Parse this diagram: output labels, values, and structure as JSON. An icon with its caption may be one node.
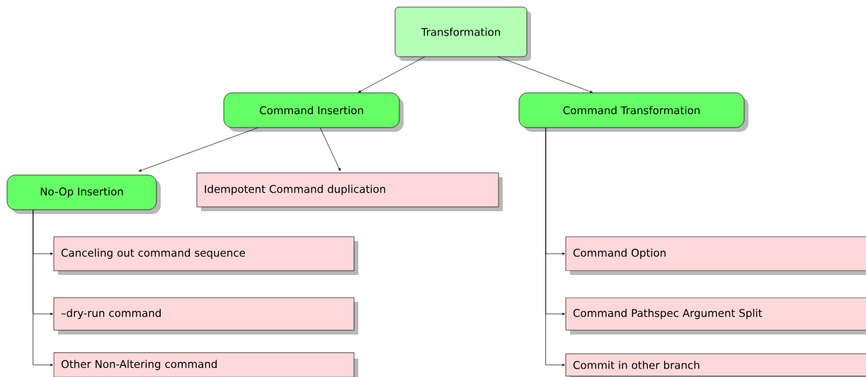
{
  "diagram": {
    "nodes": [
      {
        "text": [
          "Transformation"
        ]
      },
      {
        "text": [
          "Command Insertion"
        ]
      },
      {
        "text": [
          "Command Transformation"
        ]
      },
      {
        "text": [
          "No-Op Insertion"
        ]
      },
      {
        "text": [
          "Idempotent Command duplication"
        ]
      },
      {
        "text": [
          "Canceling out command sequence"
        ]
      },
      {
        "text": [
          "–dry-run command"
        ]
      },
      {
        "text": [
          "Other Non-Altering command"
        ]
      },
      {
        "text": [
          "Command Option"
        ]
      },
      {
        "text": [
          "Command Pathspec Argument Split"
        ]
      },
      {
        "text": [
          "Commit in other branch"
        ]
      }
    ],
    "edges": [
      {
        "from": 0,
        "to": 1,
        "arrow": "to"
      },
      {
        "from": 0,
        "to": 2,
        "arrow": "to"
      },
      {
        "from": 1,
        "to": 3,
        "arrow": "to"
      },
      {
        "from": 1,
        "to": 4,
        "arrow": "to"
      },
      {
        "from": 3,
        "to": 5,
        "arrow": "to"
      },
      {
        "from": 3,
        "to": 6,
        "arrow": "to"
      },
      {
        "from": 3,
        "to": 7,
        "arrow": "to"
      },
      {
        "from": 2,
        "to": 8,
        "arrow": "to"
      },
      {
        "from": 2,
        "to": 9,
        "arrow": "to"
      },
      {
        "from": 2,
        "to": 10,
        "arrow": "to"
      }
    ]
  }
}
